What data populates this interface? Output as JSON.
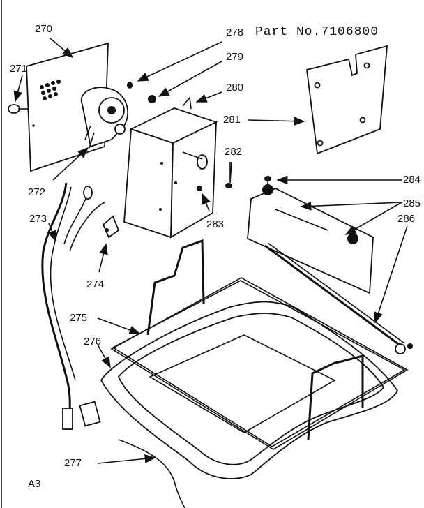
{
  "title": "Part No.7106800",
  "footer": "A3",
  "labels": {
    "p270": "270",
    "p271": "271",
    "p272": "272",
    "p273": "273",
    "p274": "274",
    "p275": "275",
    "p276": "276",
    "p277": "277",
    "p278": "278",
    "p279": "279",
    "p280": "280",
    "p281": "281",
    "p282": "282",
    "p283": "283",
    "p284": "284",
    "p285": "285",
    "p286": "286"
  }
}
